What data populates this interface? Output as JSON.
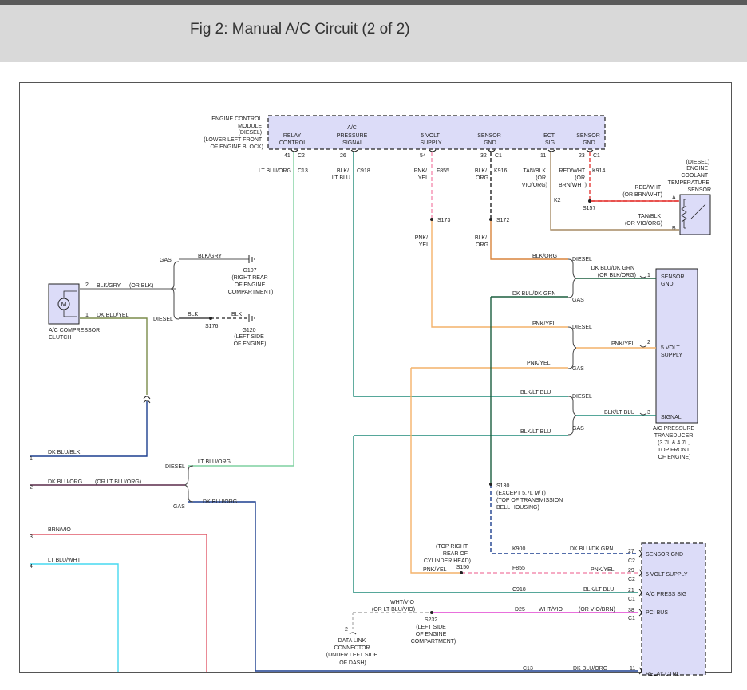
{
  "header": {
    "title": "Fig 2: Manual A/C Circuit (2 of 2)"
  },
  "ecm": {
    "desc": [
      "ENGINE CONTROL",
      "MODULE",
      "(DIESEL)",
      "(LOWER LEFT FRONT",
      "OF ENGINE BLOCK)"
    ],
    "pins": [
      {
        "label": [
          "RELAY",
          "CONTROL"
        ],
        "num": "41",
        "conn": "C2"
      },
      {
        "label": [
          "A/C",
          "PRESSURE",
          "SIGNAL"
        ],
        "num": "26",
        "conn": ""
      },
      {
        "label": [
          "5 VOLT",
          "SUPPLY"
        ],
        "num": "54",
        "conn": ""
      },
      {
        "label": [
          "SENSOR",
          "GND"
        ],
        "num": "32",
        "conn": "C1"
      },
      {
        "label": [
          "ECT",
          "SIG"
        ],
        "num": "11",
        "conn": ""
      },
      {
        "label": [
          "SENSOR",
          "GND"
        ],
        "num": "23",
        "conn": "C1"
      }
    ]
  },
  "ecm_wires": {
    "w1": [
      "LT BLU/ORG",
      "C13"
    ],
    "w2": [
      "BLK/",
      "LT BLU",
      "C918"
    ],
    "w3": [
      "PNK/",
      "YEL",
      "F855"
    ],
    "w4": [
      "BLK/",
      "ORG",
      "K916"
    ],
    "w5": [
      "TAN/BLK",
      "(OR",
      "VIO/ORG)"
    ],
    "w6": [
      "RED/WHT",
      "(OR",
      "BRN/WHT)",
      "K914"
    ],
    "k2": "K2"
  },
  "splices": {
    "s173": "S173",
    "s172": "S172",
    "s157": "S157",
    "s176": "S176",
    "s130": [
      "S130",
      "(EXCEPT 5.7L M/T)",
      "(TOP OF TRANSMISSION",
      "BELL HOUSING)"
    ],
    "s150": [
      "S150",
      "(TOP RIGHT",
      "REAR OF",
      "CYLINDER HEAD)"
    ],
    "s232": [
      "S232",
      "(LEFT SIDE",
      "OF ENGINE",
      "COMPARTMENT)"
    ]
  },
  "ect_sensor": {
    "desc": [
      "(DIESEL)",
      "ENGINE",
      "COOLANT",
      "TEMPERATURE",
      "SENSOR"
    ],
    "pin_a": "A",
    "pin_b": "B",
    "wire_a": [
      "RED/WHT",
      "(OR BRN/WHT)"
    ],
    "wire_b": [
      "TAN/BLK",
      "(OR VIO/ORG)"
    ]
  },
  "grounds": {
    "g107": [
      "G107",
      "(RIGHT REAR",
      "OF ENGINE",
      "COMPARTMENT)"
    ],
    "g120": [
      "G120",
      "(LEFT SIDE",
      "OF ENGINE)"
    ]
  },
  "compressor": {
    "name": [
      "A/C COMPRESSOR",
      "CLUTCH"
    ],
    "symbol": "M",
    "pin2": "2",
    "pin1": "1",
    "w2": "BLK/GRY",
    "w2b": "(OR BLK)",
    "w1": "DK BLU/YEL"
  },
  "ground_branch": {
    "gas": "GAS",
    "diesel": "DIESEL",
    "gas_wire": "BLK/GRY",
    "blk": "BLK",
    "blk2": "BLK"
  },
  "transducer": {
    "pins": [
      {
        "num": "1",
        "label": [
          "SENSOR",
          "GND"
        ]
      },
      {
        "num": "2",
        "label": [
          "5 VOLT",
          "SUPPLY"
        ]
      },
      {
        "num": "3",
        "label": [
          "SIGNAL"
        ]
      }
    ],
    "desc": [
      "A/C PRESSURE",
      "TRANSDUCER",
      "(3.7L & 4.7L,",
      "TOP FRONT",
      "OF ENGINE)"
    ]
  },
  "mid_wires": {
    "blk_org_upper": [
      "BLK/",
      "ORG"
    ],
    "pnk_yel_upper": [
      "PNK/",
      "YEL"
    ],
    "blk_org": "BLK/ORG",
    "diesel1": "DIESEL",
    "dkblu_dkgrn_org": [
      "DK BLU/DK GRN",
      "(OR BLK/ORG)"
    ],
    "dkblu_dkgrn": "DK BLU/DK GRN",
    "gas1": "GAS",
    "pnk_yel_d": "PNK/YEL",
    "diesel2": "DIESEL",
    "pnk_yel_t": "PNK/YEL",
    "pnk_yel_g": "PNK/YEL",
    "gas2": "GAS",
    "blk_ltblu_d": "BLK/LT BLU",
    "diesel3": "DIESEL",
    "blk_ltblu_t": "BLK/LT BLU",
    "blk_ltblu_g": "BLK/LT BLU",
    "gas3": "GAS"
  },
  "left_wires": [
    {
      "num": "1",
      "label": "DK BLU/BLK"
    },
    {
      "num": "2",
      "label": "DK BLU/ORG",
      "alt": "(OR LT BLU/ORG)"
    },
    {
      "num": "3",
      "label": "BRN/VIO"
    },
    {
      "num": "4",
      "label": "LT BLU/WHT"
    }
  ],
  "relay_branch": {
    "diesel": "DIESEL",
    "gas": "GAS",
    "ltblu_org": "LT BLU/ORG",
    "dkblu_org": "DK BLU/ORG"
  },
  "pcm": {
    "pins": [
      {
        "num": "27",
        "conn": "C2",
        "label": "SENSOR GND"
      },
      {
        "num": "29",
        "conn": "C2",
        "label": "5 VOLT SUPPLY"
      },
      {
        "num": "21",
        "conn": "C1",
        "label": "A/C PRESS SIG"
      },
      {
        "num": "38",
        "conn": "C1",
        "label": "PCI BUS"
      },
      {
        "num": "11",
        "conn": "",
        "label": "RELAY CTRL"
      }
    ]
  },
  "bottom_wires": {
    "k900": "K900",
    "dkblu_dkgrn": "DK BLU/DK GRN",
    "f855": "F855",
    "pnk_yel_l": "PNK/YEL",
    "pnk_yel_r": "PNK/YEL",
    "c918": "C918",
    "blk_ltblu": "BLK/LT BLU",
    "d25": "D25",
    "wht_vio": "WHT/VIO",
    "wht_vio_brn": "(OR VIO/BRN)",
    "wht_vio_l": [
      "WHT/VIO",
      "(OR LT BLU/VIO)"
    ],
    "c13": "C13",
    "dkblu_org": "DK BLU/ORG"
  },
  "dlc": {
    "pin": "2",
    "desc": [
      "DATA LINK",
      "CONNECTOR",
      "(UNDER LEFT SIDE",
      "OF DASH)"
    ]
  }
}
